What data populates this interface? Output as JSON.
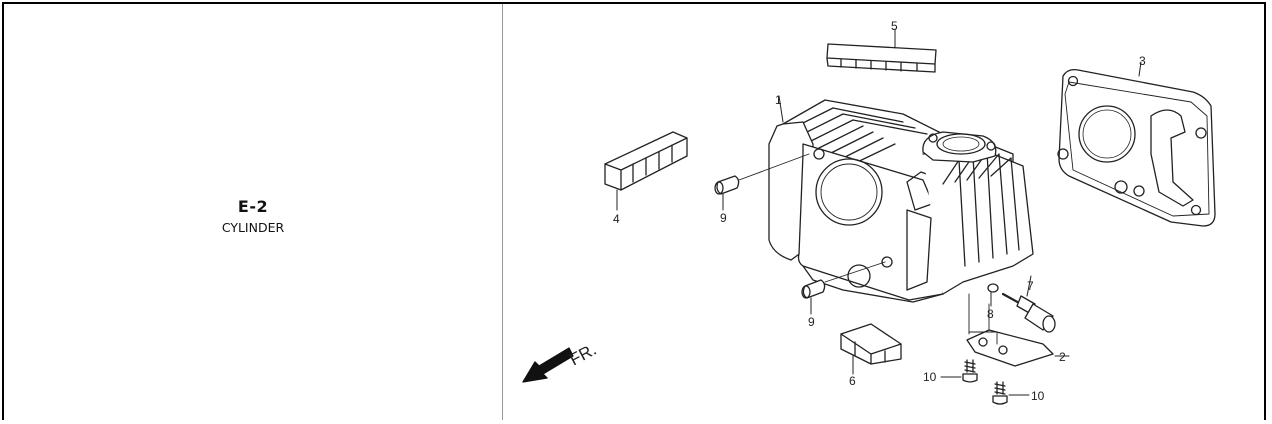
{
  "section": {
    "code": "E-2",
    "name": "CYLINDER"
  },
  "diagram": {
    "callouts": {
      "cylinder": "1",
      "bracket": "2",
      "gasket": "3",
      "rubber_left": "4",
      "rubber_top": "5",
      "rubber_bottom": "6",
      "sensor": "7",
      "washer": "8",
      "dowel_upper": "9",
      "dowel_lower": "9",
      "bolt_left": "10",
      "bolt_right": "10"
    },
    "front_label": "FR."
  }
}
